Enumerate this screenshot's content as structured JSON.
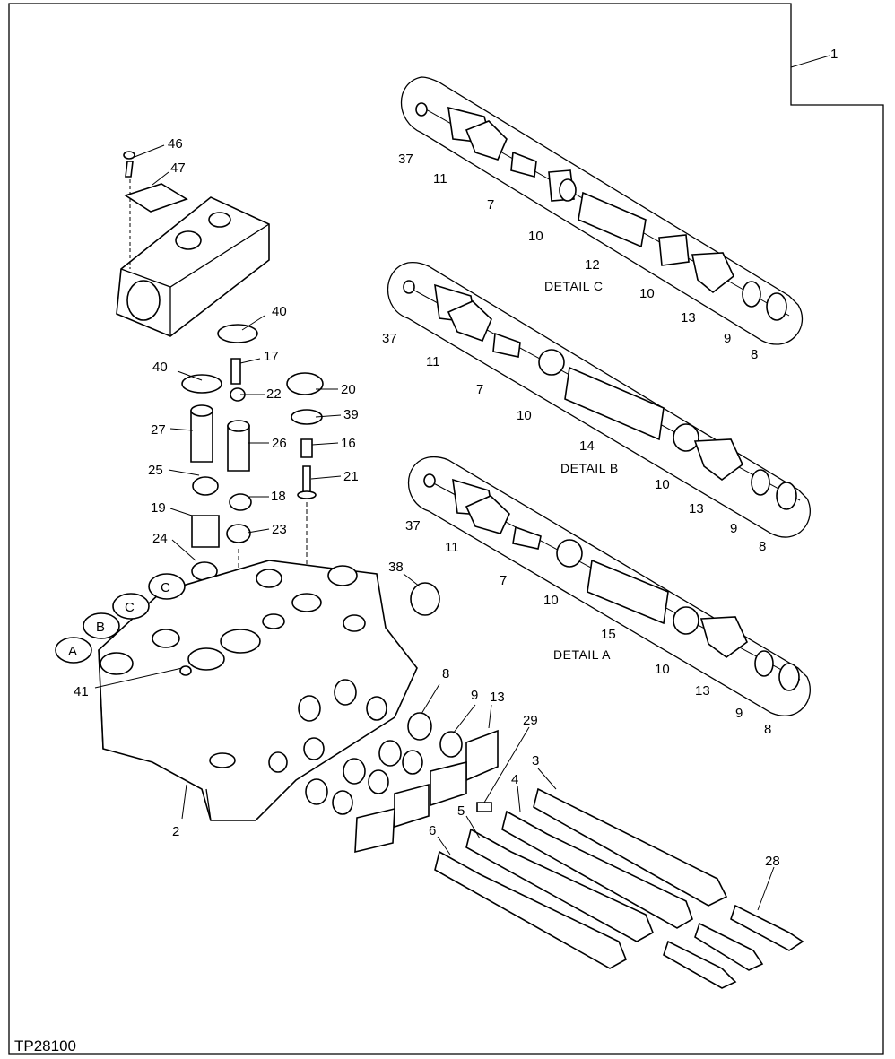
{
  "figure_ref": "TP28100",
  "detail_labels": {
    "c": "DETAIL C",
    "b": "DETAIL B",
    "a": "DETAIL A"
  },
  "section_labels": [
    "A",
    "B",
    "C",
    "C"
  ],
  "callouts": {
    "c1": "1",
    "c2": "2",
    "c3": "3",
    "c4": "4",
    "c5": "5",
    "c6": "6",
    "c46": "46",
    "c47": "47",
    "c40a": "40",
    "c40b": "40",
    "c17": "17",
    "c22": "22",
    "c20": "20",
    "c39": "39",
    "c27": "27",
    "c26": "26",
    "c16": "16",
    "c25": "25",
    "c21": "21",
    "c18": "18",
    "c19": "19",
    "c23": "23",
    "c24": "24",
    "c38": "38",
    "c41": "41",
    "c8m": "8",
    "c9m": "9",
    "c13m": "13",
    "c29": "29",
    "c28": "28",
    "dc37": "37",
    "dc11": "11",
    "dc7": "7",
    "dc10a": "10",
    "dc12": "12",
    "dc10b": "10",
    "dc13": "13",
    "dc9": "9",
    "dc8": "8",
    "db37": "37",
    "db11": "11",
    "db7": "7",
    "db10a": "10",
    "db14": "14",
    "db10b": "10",
    "db13": "13",
    "db9": "9",
    "db8": "8",
    "da37": "37",
    "da11": "11",
    "da7": "7",
    "da10a": "10",
    "da15": "15",
    "da10b": "10",
    "da13": "13",
    "da9": "9",
    "da8": "8"
  }
}
